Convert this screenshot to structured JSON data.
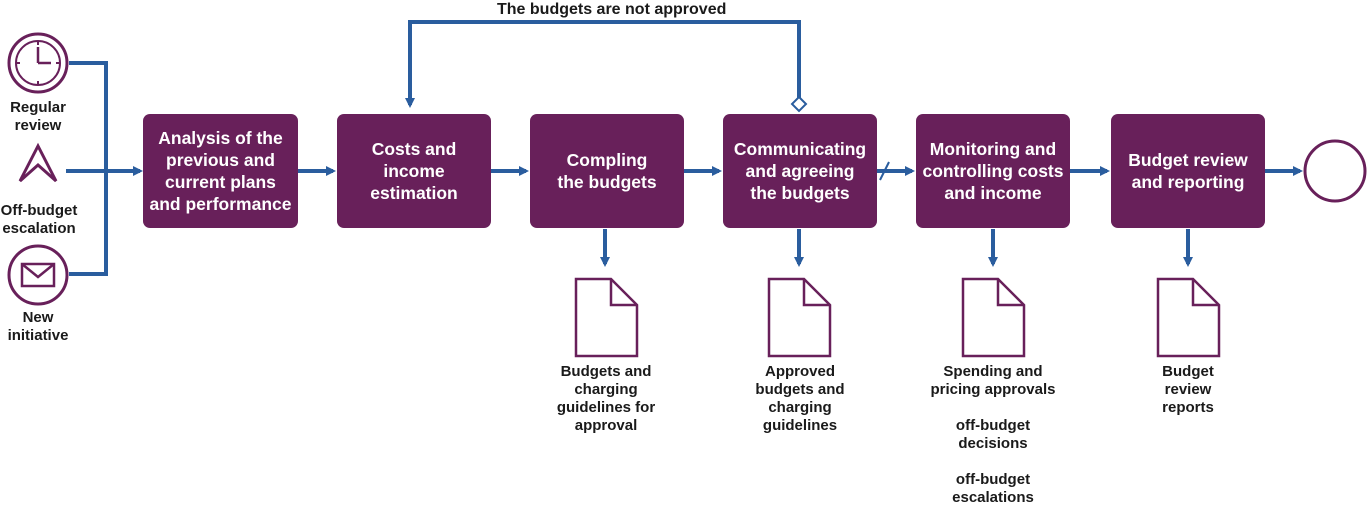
{
  "colors": {
    "box": "#68205a",
    "arrow": "#2a5d9e",
    "event": "#68205a",
    "text": "#1a1a1a"
  },
  "loop_label": "The budgets are not approved",
  "start_events": [
    {
      "label": "Regular\nreview",
      "icon": "clock-icon"
    },
    {
      "label": "Off-budget\nescalation",
      "icon": "escalation-icon"
    },
    {
      "label": "New\ninitiative",
      "icon": "envelope-icon"
    }
  ],
  "steps": [
    {
      "label": "Analysis of the\nprevious and\ncurrent plans\nand performance"
    },
    {
      "label": "Costs and\nincome\nestimation"
    },
    {
      "label": "Compling\nthe budgets"
    },
    {
      "label": "Communicating\nand agreeing\nthe budgets"
    },
    {
      "label": "Monitoring and\ncontrolling costs\nand income"
    },
    {
      "label": "Budget review\nand reporting"
    }
  ],
  "outputs": [
    {
      "label": "Budgets and\ncharging\nguidelines for\napproval"
    },
    {
      "label": "Approved\nbudgets and\ncharging\nguidelines"
    },
    {
      "label": "Spending and\npricing approvals\n\noff-budget\ndecisions\n\noff-budget\nescalations"
    },
    {
      "label": "Budget\nreview\nreports"
    }
  ],
  "end_event": {
    "icon": "end-event-circle"
  }
}
